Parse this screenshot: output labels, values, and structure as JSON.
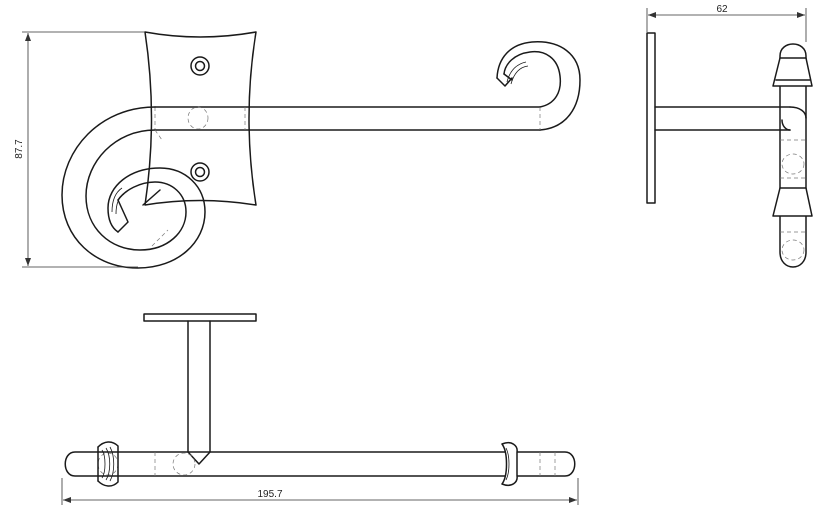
{
  "dimensions": {
    "height": "87.7",
    "depth": "62",
    "width": "195.7"
  }
}
